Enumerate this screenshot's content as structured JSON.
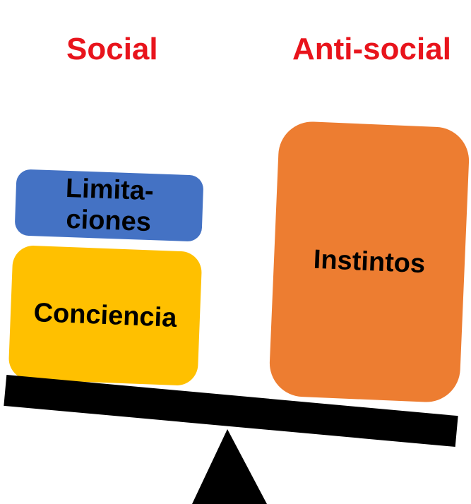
{
  "headings": {
    "left": "Social",
    "right": "Anti-social",
    "color": "#e8141c"
  },
  "blocks": {
    "limitaciones": {
      "line1": "Limita-",
      "line2": "ciones",
      "color": "#4472c4"
    },
    "conciencia": {
      "label": "Conciencia",
      "color": "#ffc000"
    },
    "instintos": {
      "label": "Instintos",
      "color": "#ed7d31"
    }
  },
  "scale": {
    "beam_color": "#000000",
    "fulcrum_color": "#000000"
  }
}
